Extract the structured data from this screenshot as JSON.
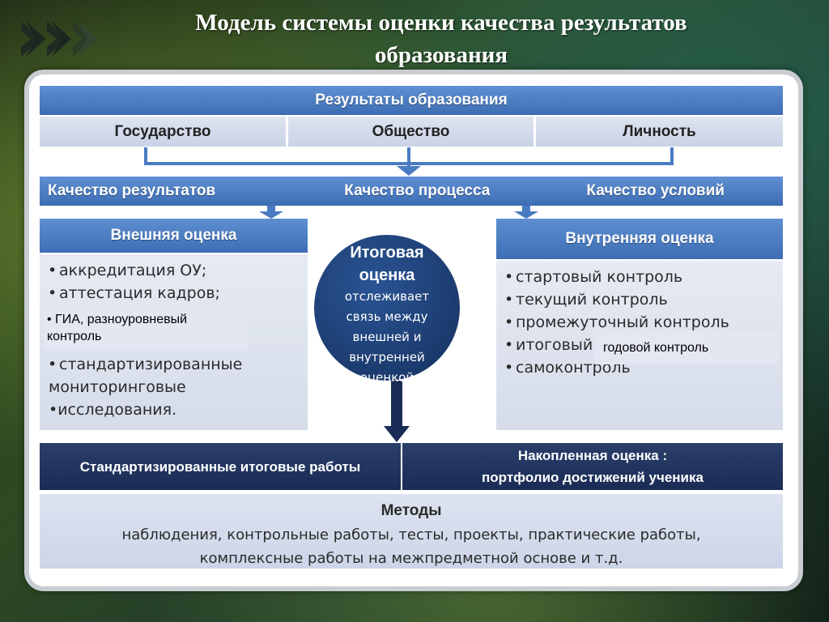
{
  "title_line1": "Модель  системы  оценки  качества результатов",
  "title_line2": "образования",
  "results_header": "Результаты образования",
  "subjects": [
    "Государство",
    "Общество",
    "Личность"
  ],
  "quality": {
    "results": "Качество результатов",
    "process": "Качество процесса",
    "conditions": "Качество условий"
  },
  "external": {
    "header": "Внешняя оценка",
    "items": [
      "аккредитация ОУ;",
      "аттестация кадров;"
    ],
    "overlay_line1": "• ГИА, разноуровневый",
    "overlay_line2": "контроль",
    "items2_line1": "стандартизированные",
    "items2_line2": "мониторинговые",
    "items2_line3": "•исследования."
  },
  "internal": {
    "header": "Внутренняя оценка",
    "items": [
      "стартовый контроль",
      "текущий контроль",
      "промежуточный контроль"
    ],
    "item_final_prefix": "итоговый",
    "overlay": "годовой контроль",
    "item_last": "самоконтроль"
  },
  "final_circle": {
    "line1": "Итоговая",
    "line2": "оценка",
    "line3": "отслеживает",
    "line4": "связь между",
    "line5": "внешней и",
    "line6": "внутренней",
    "line7": "оценкой"
  },
  "bottom": {
    "left": "Стандартизированные итоговые работы",
    "right_line1": "Накопленная оценка :",
    "right_line2": "портфолио достижений ученика"
  },
  "methods": {
    "title": "Методы",
    "line1": "наблюдения, контрольные работы, тесты, проекты, практические работы,",
    "line2": "комплексные работы на межпредметной основе и т.д."
  },
  "colors": {
    "blue_header": "#4a7bc2",
    "navy": "#1e3160",
    "light_cell": "#d3dbea",
    "circle": "#1c3c72",
    "arrow": "#4a7bc2"
  },
  "icons": [
    "chevron-right-icon",
    "chevron-right-icon",
    "chevron-right-icon"
  ]
}
